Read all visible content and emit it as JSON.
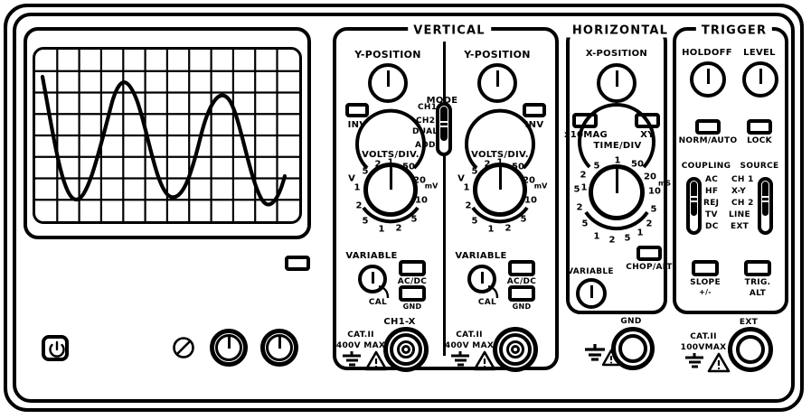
{
  "device": {
    "type": "analog-oscilloscope-front-panel"
  },
  "screen": {
    "waveform_name": "sine-wave",
    "grid_cols": 12,
    "grid_rows": 8
  },
  "display_controls": {
    "power_label": "power-icon",
    "trim_label": "trim-screw",
    "unlabeled_button": ""
  },
  "vertical": {
    "title": "VERTICAL",
    "ch1": {
      "y_position_label": "Y-POSITION",
      "inv_label": "INV",
      "volts_div_label": "VOLTS/DIV.",
      "unit_left": "V",
      "unit_right": "mV",
      "dial_values": [
        "1",
        "50",
        "20",
        "10",
        "5",
        "2",
        "1",
        "5",
        "2",
        "1",
        "5",
        "2"
      ],
      "variable_label": "VARIABLE",
      "cal_label": "CAL",
      "acdc_label": "AC/DC",
      "gnd_label": "GND",
      "cat_label": "CAT.II",
      "max_label": "400V MAX",
      "connector_label": "CH1-X"
    },
    "ch2": {
      "y_position_label": "Y-POSITION",
      "inv_label": "INV",
      "volts_div_label": "VOLTS/DIV.",
      "unit_left": "V",
      "unit_right": "mV",
      "dial_values": [
        "1",
        "50",
        "20",
        "10",
        "5",
        "2",
        "1",
        "5",
        "2",
        "1",
        "5",
        "2"
      ],
      "variable_label": "VARIABLE",
      "cal_label": "CAL",
      "acdc_label": "AC/DC",
      "gnd_label": "GND",
      "cat_label": "CAT.II",
      "max_label": "400V MAX",
      "connector_label": ""
    },
    "mode": {
      "label": "MODE",
      "options": [
        "CH1",
        "CH2",
        "DUAL",
        "ADD"
      ],
      "selected": "CH2"
    }
  },
  "horizontal": {
    "title": "HORIZONTAL",
    "x_position_label": "X-POSITION",
    "x10mag_label": "x10MAG",
    "xy_label": "XY",
    "time_div_label": "TIME/DIV",
    "unit_right": "mS",
    "dial_values": [
      "1",
      "50",
      "20",
      "10",
      "5",
      "2",
      "1",
      "5",
      "2",
      "1",
      "5",
      "2",
      "5",
      "2",
      "1",
      "5"
    ],
    "variable_label": "VARIABLE",
    "chop_alt_label": "CHOP/ALT",
    "gnd_connector_label": "GND"
  },
  "trigger": {
    "title": "TRIGGER",
    "holdoff_label": "HOLDOFF",
    "level_label": "LEVEL",
    "norm_auto_label": "NORM/AUTO",
    "lock_label": "LOCK",
    "coupling": {
      "label": "COUPLING",
      "options": [
        "AC",
        "HF",
        "REJ",
        "TV",
        "DC"
      ],
      "selected": "HF"
    },
    "source": {
      "label": "SOURCE",
      "options": [
        "CH 1",
        "X-Y",
        "CH 2",
        "LINE",
        "EXT"
      ],
      "selected": "X-Y"
    },
    "slope_label": "SLOPE",
    "slope_sub_label": "+/-",
    "trig_label": "TRIG.",
    "trig_sub_label": "ALT",
    "cat_label": "CAT.II",
    "max_label": "100VMAX",
    "connector_label": "EXT"
  },
  "colors": {
    "ink": "#000000",
    "panel": "#ffffff"
  }
}
